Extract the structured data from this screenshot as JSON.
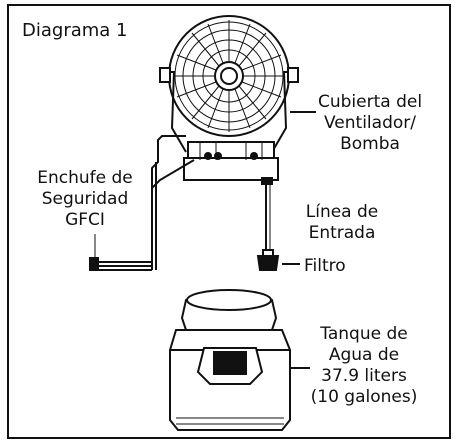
{
  "title": "Diagrama 1",
  "labels": {
    "housing_line1": "Cubierta del",
    "housing_line2": "Ventilador/",
    "housing_line3": "Bomba",
    "plug_line1": "Enchufe de",
    "plug_line2": "Seguridad",
    "plug_line3": "GFCI",
    "inlet_line1": "Línea de",
    "inlet_line2": "Entrada",
    "filter": "Filtro",
    "tank_line1": "Tanque de",
    "tank_line2": "Agua de",
    "tank_line3": "37.9 liters",
    "tank_line4": "(10 galones)"
  }
}
